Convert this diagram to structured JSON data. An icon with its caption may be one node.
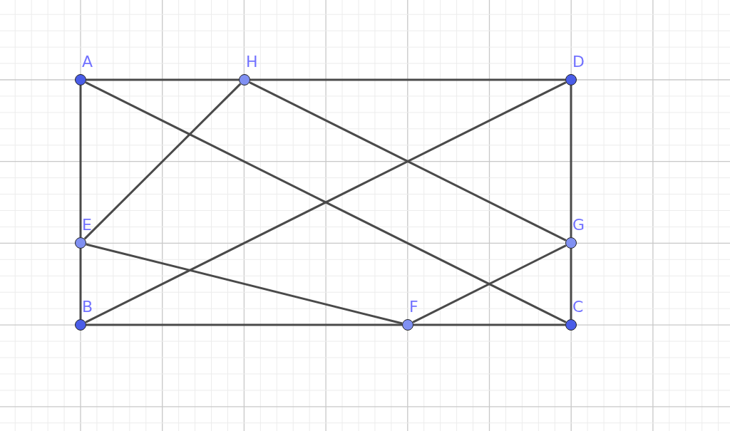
{
  "diagram": {
    "nodes": [
      {
        "text": [
          "A"
        ]
      },
      {
        "text": [
          "H"
        ]
      },
      {
        "text": [
          "D"
        ]
      },
      {
        "text": [
          "E"
        ]
      },
      {
        "text": [
          "G"
        ]
      },
      {
        "text": [
          "B"
        ]
      },
      {
        "text": [
          "F"
        ]
      },
      {
        "text": [
          "C"
        ]
      }
    ],
    "edges": [
      {
        "from": 0,
        "to": 1,
        "arrow": "none"
      },
      {
        "from": 1,
        "to": 2,
        "arrow": "none"
      },
      {
        "from": 0,
        "to": 3,
        "arrow": "none"
      },
      {
        "from": 3,
        "to": 5,
        "arrow": "none"
      },
      {
        "from": 2,
        "to": 4,
        "arrow": "none"
      },
      {
        "from": 4,
        "to": 7,
        "arrow": "none"
      },
      {
        "from": 5,
        "to": 6,
        "arrow": "none"
      },
      {
        "from": 6,
        "to": 7,
        "arrow": "none"
      },
      {
        "from": 0,
        "to": 7,
        "arrow": "none"
      },
      {
        "from": 1,
        "to": 3,
        "arrow": "none"
      },
      {
        "from": 1,
        "to": 4,
        "arrow": "none"
      },
      {
        "from": 2,
        "to": 5,
        "arrow": "none"
      },
      {
        "from": 3,
        "to": 6,
        "arrow": "none"
      },
      {
        "from": 6,
        "to": 4,
        "arrow": "none"
      }
    ]
  }
}
